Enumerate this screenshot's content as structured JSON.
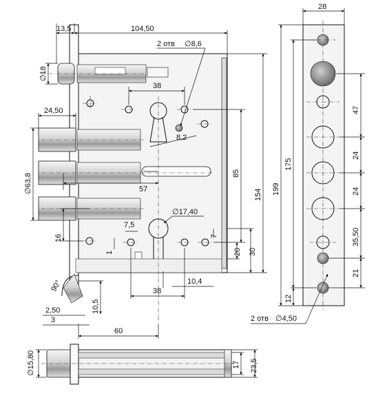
{
  "dimensions": {
    "d13_5": "13,5",
    "d104_50": "104,50",
    "d28": "28",
    "holes_top_qty": "2 отв",
    "holes_top_dia": "∅8,6",
    "d18": "∅18",
    "d38_top": "38",
    "d24_50": "24,50",
    "d8_2": "8,2",
    "d63_8": "∅63,8",
    "d85": "85",
    "d154": "154",
    "d175": "175",
    "d199": "199",
    "d47": "47",
    "d24_a": "24",
    "d24_b": "24",
    "d57": "57",
    "d17_40": "∅17,40",
    "d7_5": "7,5",
    "d16": "16",
    "d1": "1",
    "d7": "7",
    "d20": "20",
    "d30": "30",
    "d35_50": "35,50",
    "d21": "21",
    "d12": "12",
    "d90": "90°",
    "d10_4": "10,4",
    "d38_bottom": "38",
    "d10_5": "10,5",
    "d2_50": "2,50",
    "d3": "3",
    "d60": "60",
    "holes_bottom_qty": "2 отв",
    "holes_bottom_dia": "∅4,50",
    "d15_80": "∅15,80",
    "d17": "17",
    "d23_5": "23,5"
  },
  "colors": {
    "line": "#111111",
    "plate": "#f4f4f4",
    "metal_light": "#eeeeee",
    "metal_dark": "#888888"
  }
}
